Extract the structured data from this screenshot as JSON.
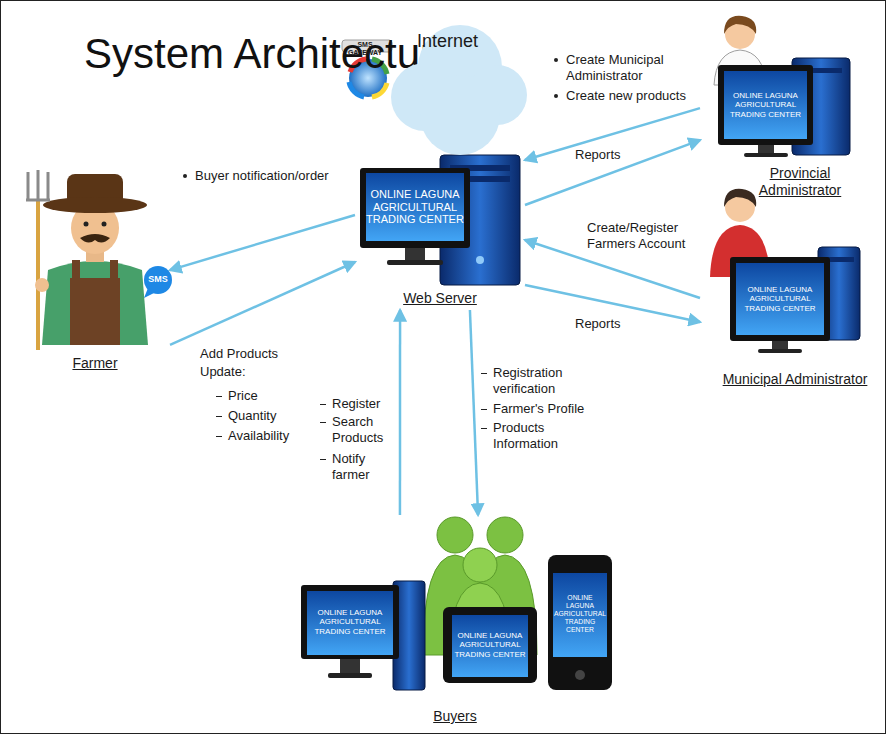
{
  "diagram": {
    "title": "System Architecture",
    "nodes": [
      {
        "text": [
          "ONLINE LAGUNA AGRICULTURAL TRADING CENTER",
          "Web Server"
        ]
      },
      {
        "text": [
          "Internet"
        ]
      },
      {
        "text": [
          "Farmer"
        ]
      },
      {
        "text": [
          "ONLINE LAGUNA AGRICULTURAL TRADING CENTER",
          "Provincial Administrator"
        ]
      },
      {
        "text": [
          "ONLINE LAGUNA AGRICULTURAL TRADING CENTER",
          "Municipal Administrator"
        ]
      },
      {
        "text": [
          "Buyers"
        ]
      },
      {
        "text": [
          "ONLINE LAGUNA AGRICULTURAL TRADING CENTER"
        ],
        "in": 5
      },
      {
        "text": [
          "ONLINE LAGUNA AGRICULTURAL TRADING CENTER"
        ],
        "in": 5
      },
      {
        "text": [
          "ONLINE LAGUNA AGRICULTURAL TRADING CENTER"
        ],
        "in": 5
      }
    ],
    "edges": [
      {
        "from": 0,
        "to": 2,
        "arrow": "to",
        "label": "Buyer notification/order"
      },
      {
        "from": 2,
        "to": 0,
        "arrow": "to",
        "label": "Add Products"
      },
      {
        "from": 5,
        "to": 0,
        "arrow": "to"
      },
      {
        "from": 0,
        "to": 5,
        "arrow": "to"
      },
      {
        "from": 3,
        "to": 0,
        "arrow": "to"
      },
      {
        "from": 0,
        "to": 3,
        "arrow": "to",
        "label": "Reports"
      },
      {
        "from": 4,
        "to": 0,
        "arrow": "to",
        "label": "Create/Register Farmers Account"
      },
      {
        "from": 0,
        "to": 4,
        "arrow": "to",
        "label": "Reports"
      }
    ],
    "labels": [
      "SMS GATEWAY",
      "SMS",
      "Update:",
      "Price",
      "Quantity",
      "Availability",
      "Register",
      "Search Products",
      "Notify farmer",
      "Registration verification",
      "Farmer's Profile",
      "Products Information",
      "Create Municipal Administrator",
      "Create new products"
    ]
  }
}
